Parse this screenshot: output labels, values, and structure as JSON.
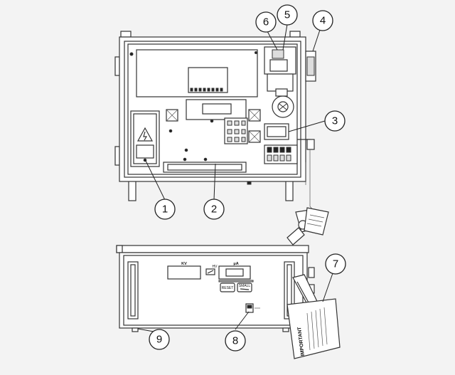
{
  "callouts": [
    {
      "id": "1",
      "label": "1"
    },
    {
      "id": "2",
      "label": "2"
    },
    {
      "id": "3",
      "label": "3"
    },
    {
      "id": "4",
      "label": "4"
    },
    {
      "id": "5",
      "label": "5"
    },
    {
      "id": "6",
      "label": "6"
    },
    {
      "id": "7",
      "label": "7"
    },
    {
      "id": "8",
      "label": "8"
    },
    {
      "id": "9",
      "label": "9"
    }
  ],
  "front_panel": {
    "kv_label": "KV",
    "hv_label": "HV",
    "ua_label": "μA",
    "reset_label": "RESET",
    "small_label": "SMALL"
  },
  "tag": {
    "heading": "IMPORTANT"
  },
  "colors": {
    "line": "#333333",
    "background": "#f3f3f3",
    "panel": "#ffffff"
  }
}
